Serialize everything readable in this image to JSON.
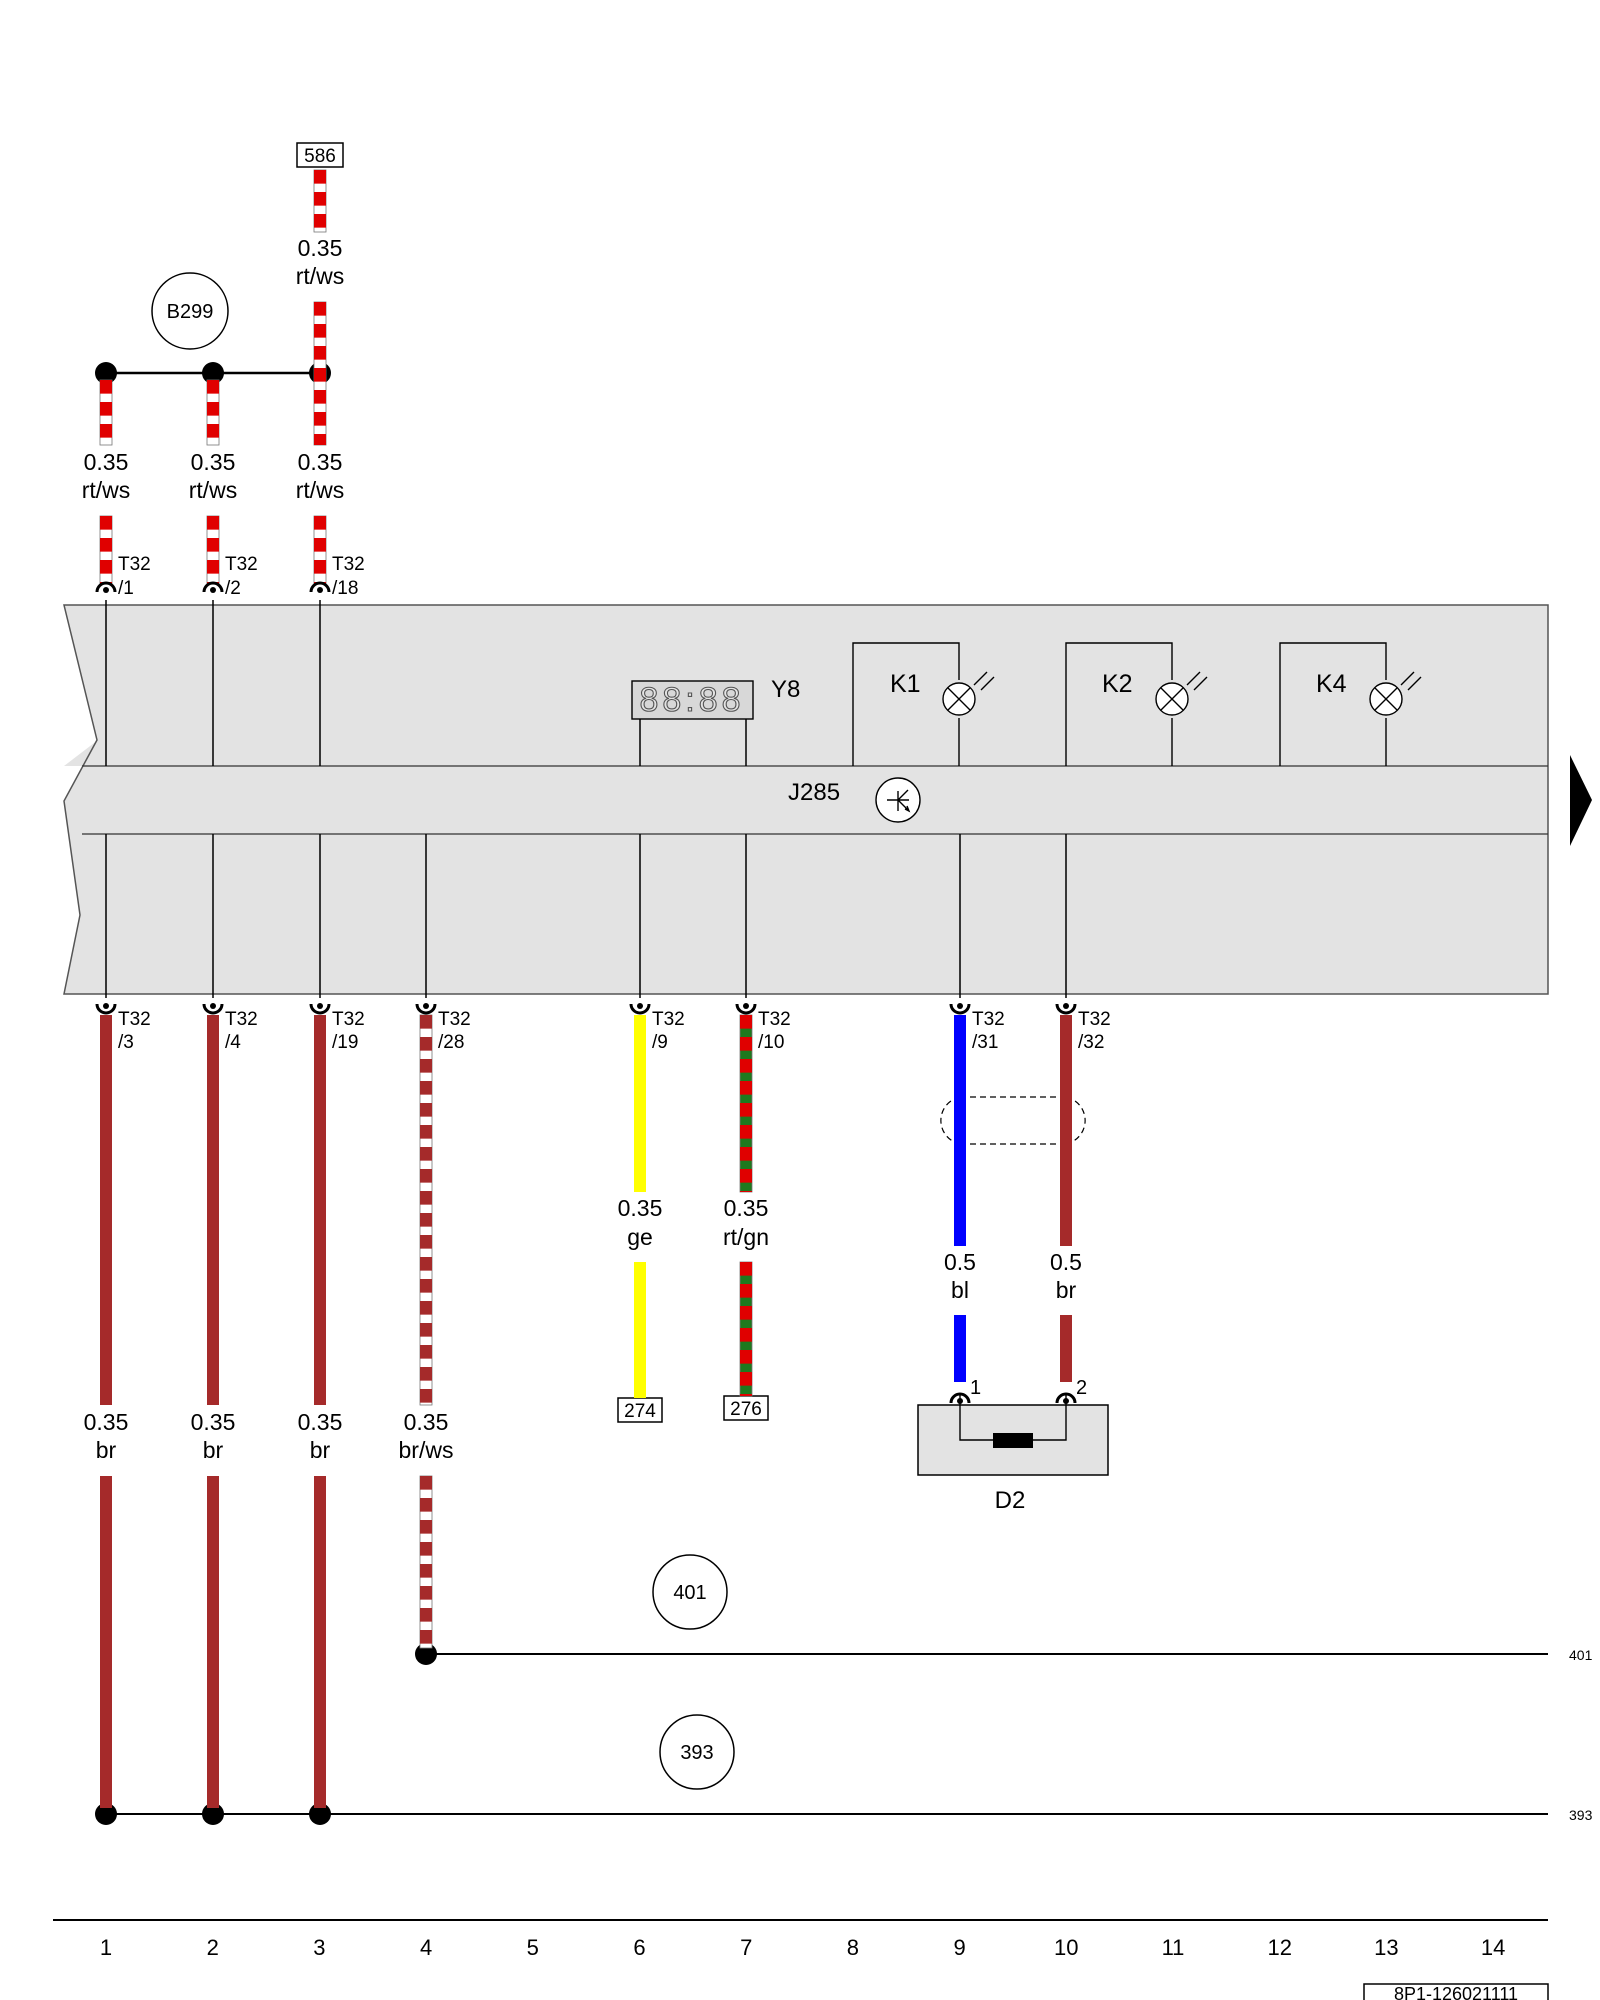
{
  "module": {
    "name": "J285",
    "display": "Y8",
    "display_digits": "88:88",
    "lamps": [
      "K1",
      "K2",
      "K4"
    ]
  },
  "component_d2": {
    "name": "D2",
    "pins": [
      "1",
      "2"
    ]
  },
  "top_refs": {
    "connector_586": "586",
    "ground_b299": "B299"
  },
  "ground_refs": [
    {
      "circle": "401",
      "edge": "401"
    },
    {
      "circle": "393",
      "edge": "393"
    }
  ],
  "top_wires": [
    {
      "gauge": "0.35",
      "color_code": "rt/ws",
      "pin_a": "T32",
      "pin_b": "/1",
      "colors": [
        "#e00000",
        "#ffffff"
      ]
    },
    {
      "gauge": "0.35",
      "color_code": "rt/ws",
      "pin_a": "T32",
      "pin_b": "/2",
      "colors": [
        "#e00000",
        "#ffffff"
      ]
    },
    {
      "gauge": "0.35",
      "color_code": "rt/ws",
      "pin_a": "T32",
      "pin_b": "/18",
      "colors": [
        "#e00000",
        "#ffffff"
      ]
    }
  ],
  "feed_wire": {
    "gauge": "0.35",
    "color_code": "rt/ws"
  },
  "bottom_wires": [
    {
      "gauge": "0.35",
      "color_code": "br",
      "pin_a": "T32",
      "pin_b": "/3",
      "colors": [
        "#a52a2a"
      ]
    },
    {
      "gauge": "0.35",
      "color_code": "br",
      "pin_a": "T32",
      "pin_b": "/4",
      "colors": [
        "#a52a2a"
      ]
    },
    {
      "gauge": "0.35",
      "color_code": "br",
      "pin_a": "T32",
      "pin_b": "/19",
      "colors": [
        "#a52a2a"
      ]
    },
    {
      "gauge": "0.35",
      "color_code": "br/ws",
      "pin_a": "T32",
      "pin_b": "/28",
      "colors": [
        "#a52a2a",
        "#ffffff"
      ]
    },
    {
      "gauge": "0.35",
      "color_code": "ge",
      "pin_a": "T32",
      "pin_b": "/9",
      "colors": [
        "#ffff00"
      ],
      "terminal": "274"
    },
    {
      "gauge": "0.35",
      "color_code": "rt/gn",
      "pin_a": "T32",
      "pin_b": "/10",
      "colors": [
        "#e00000",
        "#1e7a1e"
      ],
      "terminal": "276"
    },
    {
      "gauge": "0.5",
      "color_code": "bl",
      "pin_a": "T32",
      "pin_b": "/31",
      "colors": [
        "#0000ff"
      ]
    },
    {
      "gauge": "0.5",
      "color_code": "br",
      "pin_a": "T32",
      "pin_b": "/32",
      "colors": [
        "#a52a2a"
      ]
    }
  ],
  "columns": [
    "1",
    "2",
    "3",
    "4",
    "5",
    "6",
    "7",
    "8",
    "9",
    "10",
    "11",
    "12",
    "13",
    "14"
  ],
  "doc_id": "8P1-126021111"
}
